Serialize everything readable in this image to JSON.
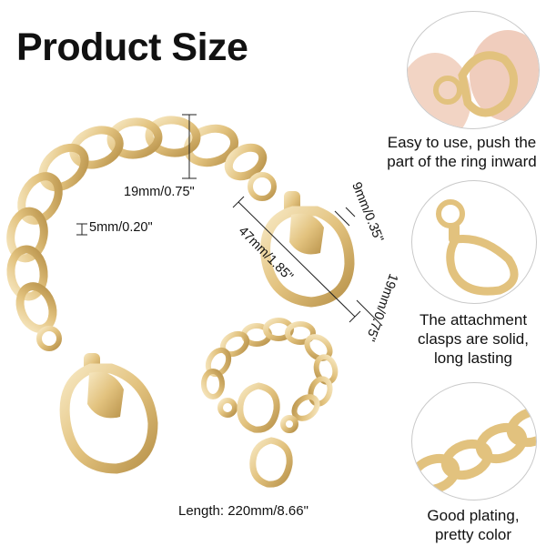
{
  "title": "Product Size",
  "dimensions": {
    "link_width": "19mm/0.75\"",
    "link_thickness": "5mm/0.20\"",
    "clasp_length": "47mm/1.85\"",
    "clasp_ring": "9mm/0.35\"",
    "clasp_width": "19mm/0.75\"",
    "length": "Length: 220mm/8.66\""
  },
  "features": [
    {
      "line1": "Easy to use, push the",
      "line2": "part of the ring inward",
      "icon": "hand-pressing-clasp"
    },
    {
      "line1": "The attachment",
      "line2": "clasps are solid,",
      "line3": "long lasting",
      "icon": "clasp"
    },
    {
      "line1": "Good plating,",
      "line2": "pretty color",
      "icon": "chain-closeup"
    }
  ],
  "colors": {
    "gold": "#e2c27e",
    "gold_dark": "#b8924a",
    "gold_light": "#f6e6bd"
  }
}
